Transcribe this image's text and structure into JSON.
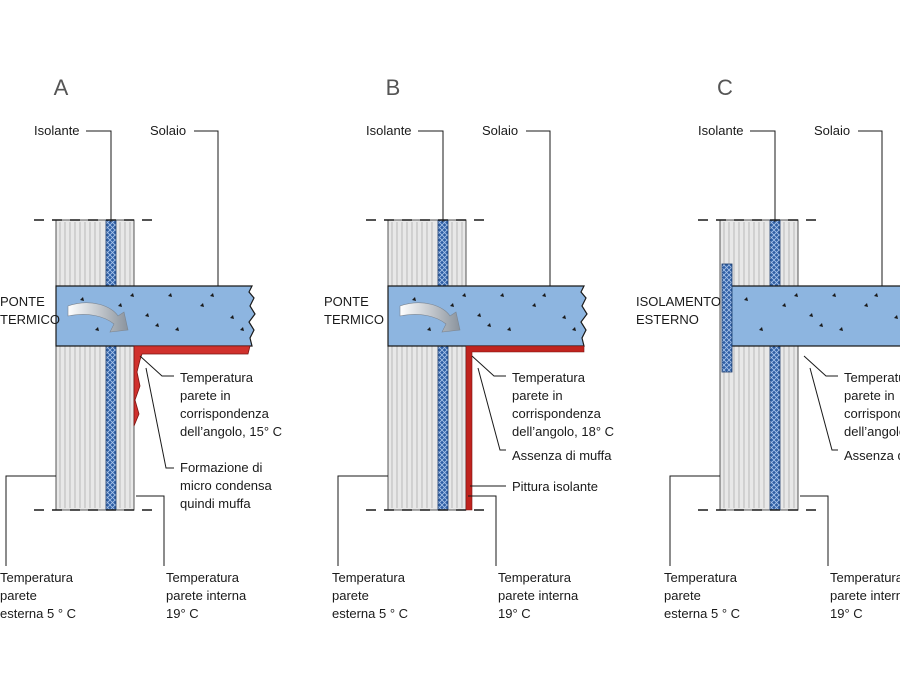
{
  "colors": {
    "slab": "#8db5e0",
    "slab_stroke": "#1a1a1a",
    "wall": "#e8e8e8",
    "wall_lines": "#9a9a9a",
    "insulation": "#2f5fa5",
    "mould": "#d0312d",
    "paint": "#c0231e",
    "arrow": "#cfd6de"
  },
  "panels": [
    {
      "id": "A",
      "title": "A",
      "isolante": "Isolante",
      "solaio": "Solaio",
      "side_label": [
        "PONTE",
        "TERMICO"
      ],
      "temp_corner": [
        "Temperatura",
        "parete in",
        "corrispondenza",
        "dell’angolo, 15° C"
      ],
      "note": [
        "Formazione di",
        "micro condensa",
        "quindi muffa"
      ],
      "temp_ext": [
        "Temperatura",
        "parete",
        "esterna 5 ° C"
      ],
      "temp_int": [
        "Temperatura",
        "parete interna",
        "19° C"
      ]
    },
    {
      "id": "B",
      "title": "B",
      "isolante": "Isolante",
      "solaio": "Solaio",
      "side_label": [
        "PONTE",
        "TERMICO"
      ],
      "temp_corner": [
        "Temperatura",
        "parete in",
        "corrispondenza",
        "dell’angolo, 18° C"
      ],
      "note": [
        "Assenza di muffa"
      ],
      "paint": "Pittura isolante",
      "temp_ext": [
        "Temperatura",
        "parete",
        "esterna 5 ° C"
      ],
      "temp_int": [
        "Temperatura",
        "parete interna",
        "19° C"
      ]
    },
    {
      "id": "C",
      "title": "C",
      "isolante": "Isolante",
      "solaio": "Solaio",
      "side_label": [
        "ISOLAMENTO",
        "ESTERNO"
      ],
      "temp_corner": [
        "Temperatura",
        "parete in",
        "corrispondenza",
        "dell’angolo"
      ],
      "note": [
        "Assenza di muffa"
      ],
      "temp_ext": [
        "Temperatura",
        "parete",
        "esterna 5 ° C"
      ],
      "temp_int": [
        "Temperatura",
        "parete interna",
        "19° C"
      ]
    }
  ]
}
